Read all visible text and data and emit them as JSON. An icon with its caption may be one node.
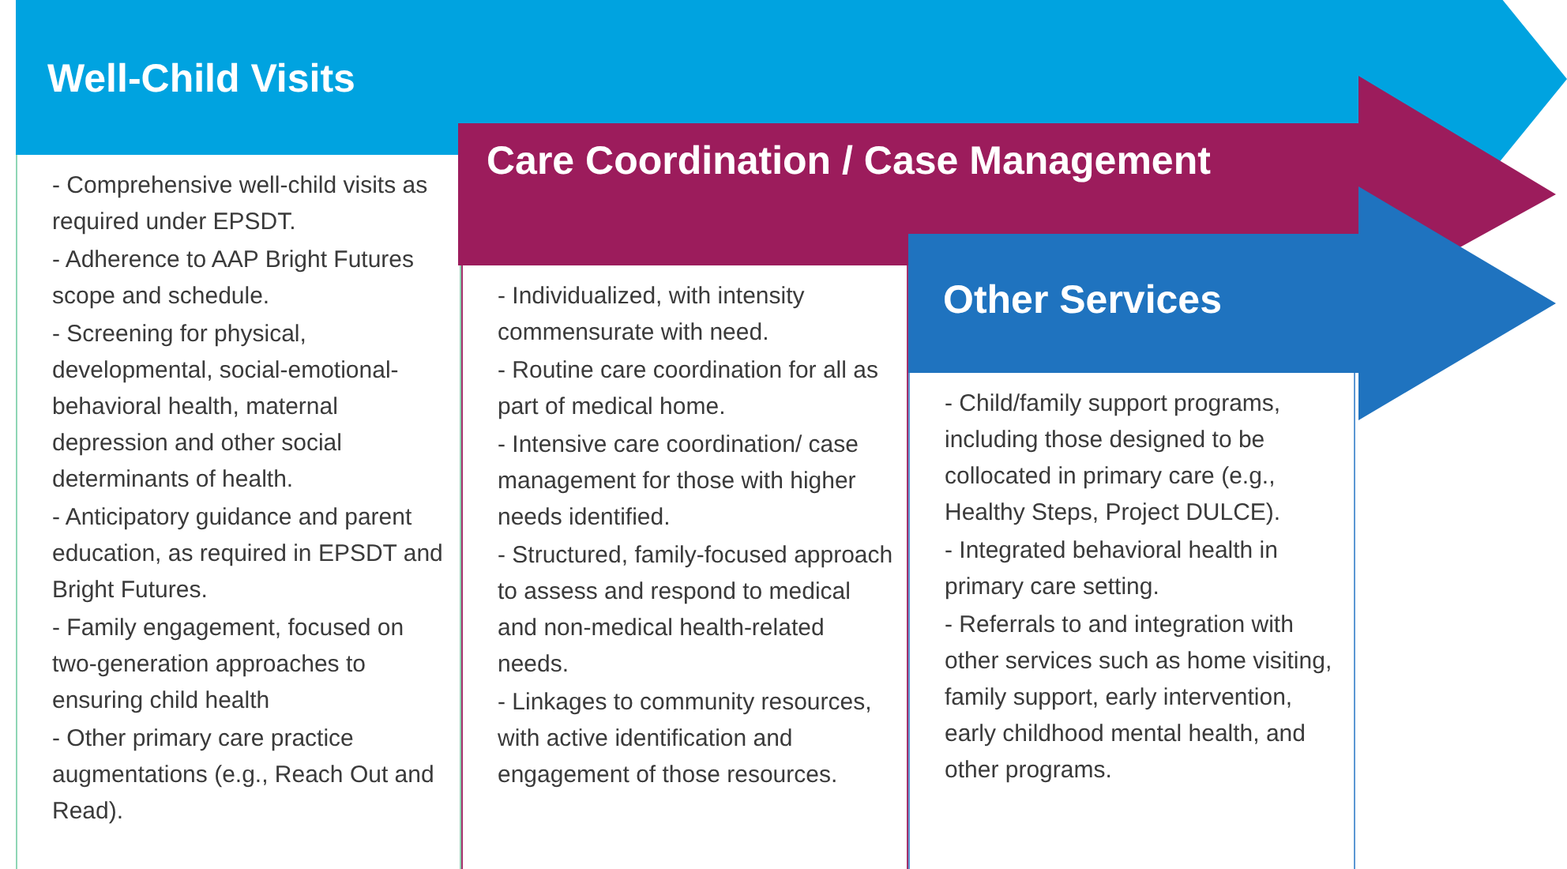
{
  "diagram": {
    "nodes": [
      {
        "text": [
          "Well-Child Visits"
        ]
      },
      {
        "text": [
          "- Comprehensive well-child visits as required under EPSDT.",
          "- Adherence to AAP Bright Futures scope and schedule.",
          "- Screening for physical, developmental, social-emotional-behavioral health, maternal depression and other social determinants of health.",
          "- Anticipatory guidance and parent education, as required in EPSDT and Bright Futures.",
          "- Family engagement, focused on two-generation approaches to ensuring child health",
          "- Other primary care practice augmentations (e.g., Reach Out and Read)."
        ]
      },
      {
        "text": [
          "Care Coordination / Case Management"
        ]
      },
      {
        "text": [
          "- Individualized, with intensity commensurate with need.",
          "- Routine care coordination for all as part of medical home.",
          "- Intensive care coordination/ case management for those with higher needs identified.",
          "- Structured, family-focused approach to assess and respond to medical and non-medical health-related needs.",
          "- Linkages to community resources, with active identification and engagement of those resources."
        ]
      },
      {
        "text": [
          "Other Services"
        ]
      },
      {
        "text": [
          "- Child/family support programs, including those designed to be collocated in primary care (e.g., Healthy Steps, Project DULCE).",
          "- Integrated behavioral health in primary care setting.",
          "- Referrals to and integration with other services such as home visiting, family support, early intervention, early childhood mental health, and other programs."
        ]
      }
    ]
  }
}
